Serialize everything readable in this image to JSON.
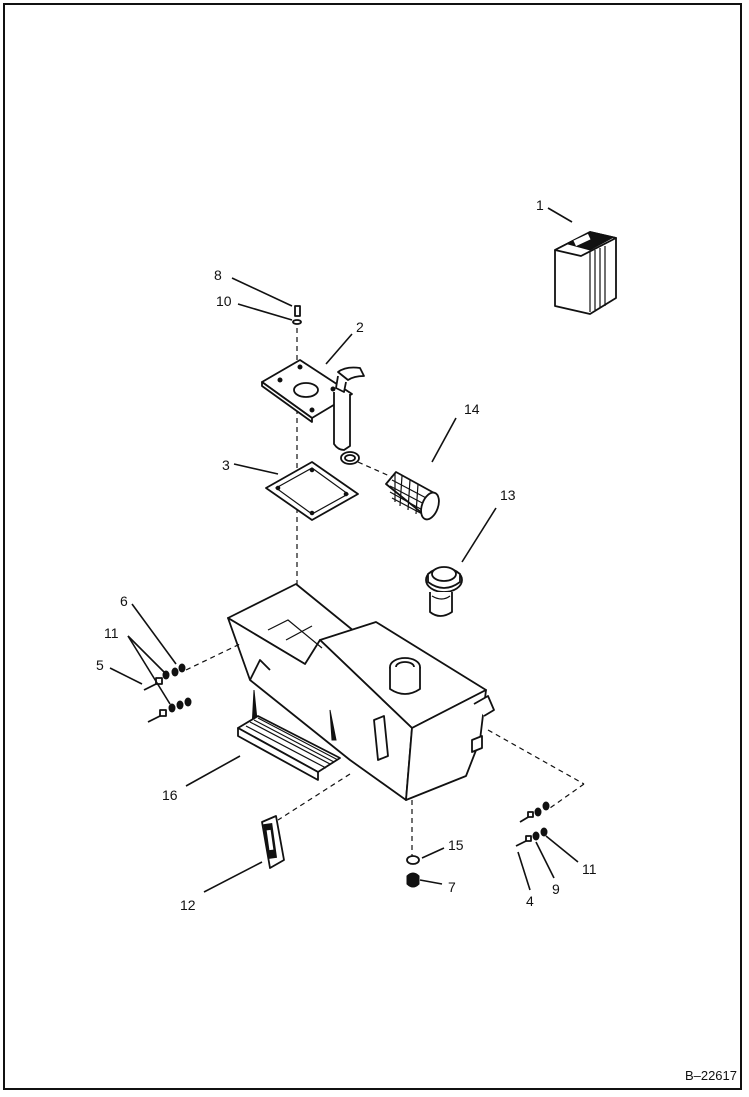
{
  "figure_number": "B–22617",
  "callouts": {
    "c1": "1",
    "c2": "2",
    "c3": "3",
    "c4": "4",
    "c5": "5",
    "c6": "6",
    "c7": "7",
    "c8": "8",
    "c9": "9",
    "c10": "10",
    "c11a": "11",
    "c11b": "11",
    "c12": "12",
    "c13": "13",
    "c14": "14",
    "c15": "15",
    "c16": "16"
  },
  "parts": {
    "p1": "manual-box",
    "p2": "suction-tube-plate",
    "p3": "gasket",
    "p4": "bolt",
    "p5": "bolt",
    "p6": "nut",
    "p7": "drain-plug",
    "p8": "bolt",
    "p9": "nut",
    "p10": "washer",
    "p11": "washer",
    "p12": "sight-gauge",
    "p13": "filler-cap",
    "p14": "strainer",
    "p15": "o-ring",
    "p16": "tank-with-step"
  }
}
